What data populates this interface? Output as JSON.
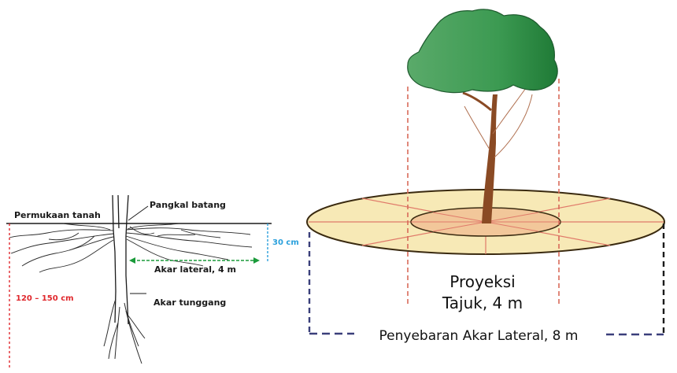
{
  "left_diagram": {
    "ground_label": "Permukaan tanah",
    "trunk_base_label": "Pangkal batang",
    "depth_label": "30 cm",
    "lateral_root_label": "Akar lateral, 4 m",
    "tap_root_label": "Akar  tunggang",
    "total_depth_label": "120 – 150 cm",
    "colors": {
      "red": "#e0282d",
      "green": "#1a9a3a",
      "blue": "#2aa0dc",
      "ink": "#1a1a1a"
    }
  },
  "right_diagram": {
    "crown_projection_label": [
      "Proyeksi",
      "Tajuk, 4 m"
    ],
    "lateral_spread_label": "Penyebaran Akar Lateral, 8 m",
    "colors": {
      "outer_disc": "#f7e9b6",
      "inner_disc": "#f2c79a",
      "crown": "#3d9a55",
      "trunk": "#8a4a24",
      "dashed_red": "#d86a5a",
      "dashed_navy": "#3a3f7a"
    }
  }
}
